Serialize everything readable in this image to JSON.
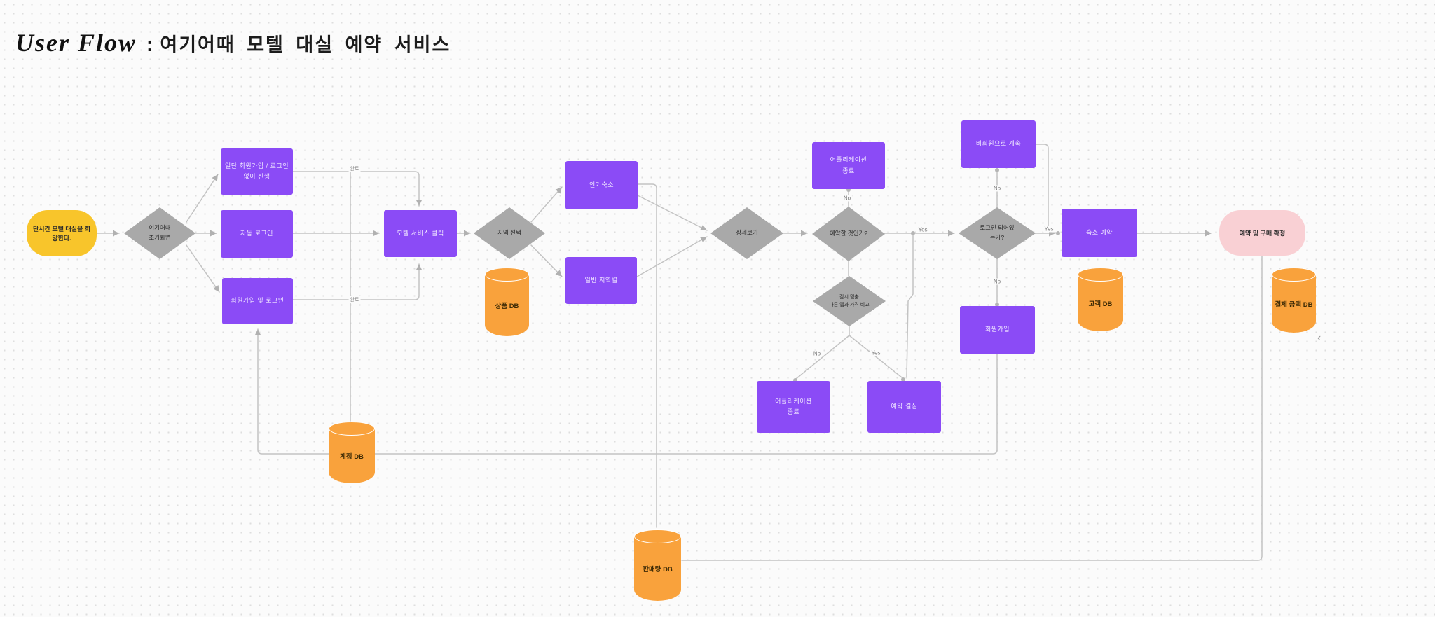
{
  "title": {
    "script": "User Flow",
    "separator": ":",
    "service": "여기어때 모텔 대실 예약 서비스"
  },
  "nodes": {
    "start": {
      "label": "단시간 모텔 대실을 희망한다."
    },
    "home_screen": {
      "line1": "여기어때",
      "line2": "초기화면"
    },
    "skip_signup": {
      "line1": "일단 회원가입 / 로그인",
      "line2": "없이 진행"
    },
    "auto_login": {
      "label": "자동 로그인"
    },
    "signup_login": {
      "label": "회원가입 및 로그인"
    },
    "motel_service_click": {
      "label": "모텔 서비스 클릭"
    },
    "region_select": {
      "label": "지역 선택"
    },
    "popular_stay": {
      "label": "인기숙소"
    },
    "general_region": {
      "label": "일반 지역별"
    },
    "detail_view": {
      "label": "상세보기"
    },
    "will_reserve": {
      "label": "예약할 것인가?"
    },
    "app_exit_top": {
      "line1": "어플리케이션",
      "line2": "종료"
    },
    "pause_compare": {
      "line1": "잠시 멈춤",
      "line2": "다른 앱과 가격 비교"
    },
    "app_exit_bottom": {
      "line1": "어플리케이션",
      "line2": "종료"
    },
    "reserve_decision": {
      "label": "예약 결심"
    },
    "logged_in_check": {
      "line1": "로그인 되어있",
      "line2": "는가?"
    },
    "continue_guest": {
      "label": "비회원으로 계속"
    },
    "signup": {
      "label": "회원가입"
    },
    "book_stay": {
      "label": "숙소 예약"
    },
    "confirm": {
      "label": "예약 및 구매 확정"
    }
  },
  "databases": {
    "product": {
      "label": "상품 DB"
    },
    "account": {
      "label": "계정 DB"
    },
    "sales": {
      "label": "판매량 DB"
    },
    "customer": {
      "label": "고객 DB"
    },
    "payment": {
      "label": "결제 금액 DB"
    }
  },
  "edge_labels": {
    "complete_top": "완료",
    "complete_bottom": "완료",
    "no_to_app_exit": "No",
    "yes_to_login_check": "Yes",
    "no_to_guest": "No",
    "no_to_signup": "No",
    "yes_to_booking": "Yes",
    "no_to_exit": "No",
    "yes_to_decision": "Yes"
  },
  "marks": {
    "scroll_up": "↑",
    "chevron_left": "‹"
  },
  "colors": {
    "process": "#8B4BF6",
    "decision": "#A9A9A9",
    "start": "#F8C52B",
    "end": "#F9D0D4",
    "database": "#F9A23C",
    "connector": "#C3C3C3"
  }
}
